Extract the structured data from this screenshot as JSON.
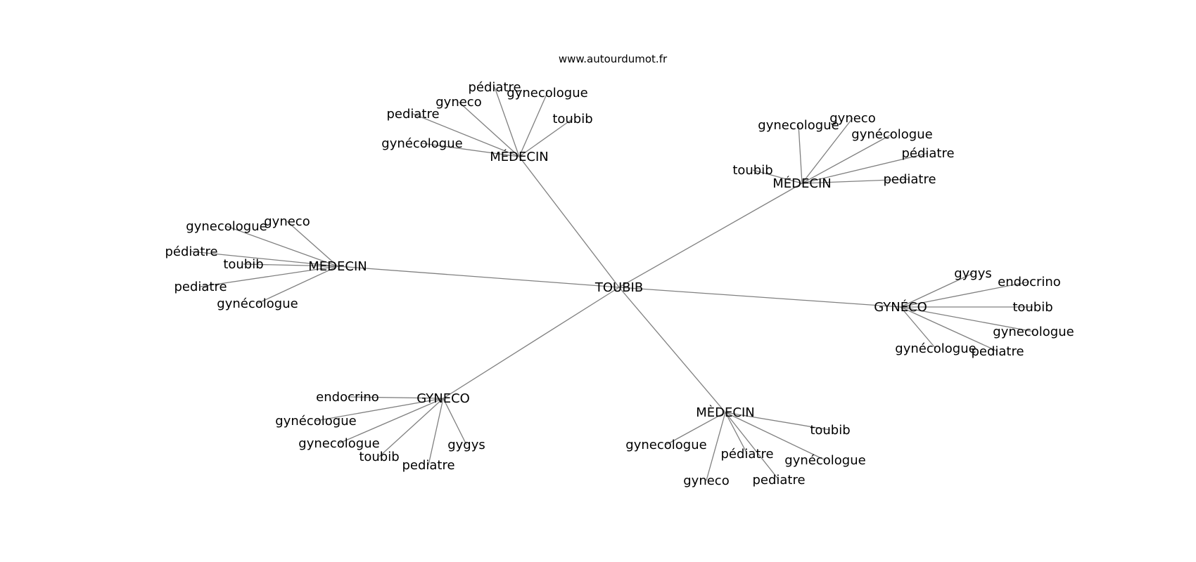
{
  "site": "www.autourdumot.fr",
  "graph": {
    "center": "TOUBIB",
    "clusters": [
      {
        "hub": "MÉDECIN",
        "leaves": [
          "pédiatre",
          "gynecologue",
          "gyneco",
          "pediatre",
          "toubib",
          "gynécologue"
        ]
      },
      {
        "hub": "MÉDECIN",
        "leaves": [
          "gynecologue",
          "gyneco",
          "gynécologue",
          "pédiatre",
          "toubib",
          "pediatre"
        ]
      },
      {
        "hub": "MEDECIN",
        "leaves": [
          "gynecologue",
          "gyneco",
          "pédiatre",
          "toubib",
          "pediatre",
          "gynécologue"
        ]
      },
      {
        "hub": "GYNÉCO",
        "leaves": [
          "gygys",
          "endocrino",
          "toubib",
          "gynecologue",
          "gynécologue",
          "pediatre"
        ]
      },
      {
        "hub": "GYNECO",
        "leaves": [
          "endocrino",
          "gynécologue",
          "gynecologue",
          "toubib",
          "pediatre",
          "gygys"
        ]
      },
      {
        "hub": "MÈDECIN",
        "leaves": [
          "toubib",
          "gynecologue",
          "pédiatre",
          "gynécologue",
          "gyneco",
          "pediatre"
        ]
      }
    ]
  }
}
